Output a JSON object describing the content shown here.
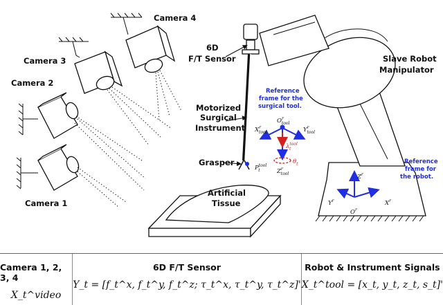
{
  "labels": {
    "camera4": "Camera 4",
    "camera3": "Camera 3",
    "camera2": "Camera 2",
    "camera1": "Camera 1",
    "sensor_line1": "6D",
    "sensor_line2": "F/T Sensor",
    "robot_line1": "Slave Robot",
    "robot_line2": "Manipulator",
    "instrument_line1": "Motorized",
    "instrument_line2": "Surgical",
    "instrument_line3": "Instrument",
    "grasper": "Grasper",
    "tissue_line1": "Artificial",
    "tissue_line2": "Tissue",
    "tool_frame_line1": "Reference",
    "tool_frame_line2": "frame for the",
    "tool_frame_line3": "surgical tool.",
    "robot_frame_line1": "Reference",
    "robot_frame_line2": "frame for",
    "robot_frame_line3": "the robot."
  },
  "symbols": {
    "o_tool": "O",
    "o_tool_sup": "r",
    "o_tool_sub": "tool",
    "x_tool": "X",
    "x_tool_sup": "r",
    "x_tool_sub": "tool",
    "y_tool": "Y",
    "y_tool_sup": "r",
    "y_tool_sub": "tool",
    "z_tool": "Z",
    "z_tool_sup": "r",
    "z_tool_sub": "tool",
    "lambda": "λ",
    "lambda_sup": "tool",
    "lambda_sub": "t",
    "theta": "θ",
    "theta_sub": "t",
    "p_tool": "P",
    "p_tool_sup": "tool",
    "p_tool_sub": "t",
    "z_robot": "Z",
    "z_robot_sup": "r",
    "y_robot": "Y",
    "y_robot_sup": "r",
    "x_robot": "X",
    "x_robot_sup": "r",
    "o_robot": "O",
    "o_robot_sup": "r"
  },
  "table": [
    {
      "header": "Camera 1, 2, 3, 4",
      "formula": "X_t^video"
    },
    {
      "header": "6D F/T Sensor",
      "formula": "Y_t = [f_t^x, f_t^y, f_t^z; τ_t^x, τ_t^y, τ_t^z]'"
    },
    {
      "header": "Robot & Instrument Signals",
      "formula": "X_t^tool = [x_t, y_t, z_t, s_t]'"
    }
  ],
  "colors": {
    "reference_blue": "#1f2ee0",
    "lambda_red": "#d42020",
    "ink": "#111111"
  }
}
